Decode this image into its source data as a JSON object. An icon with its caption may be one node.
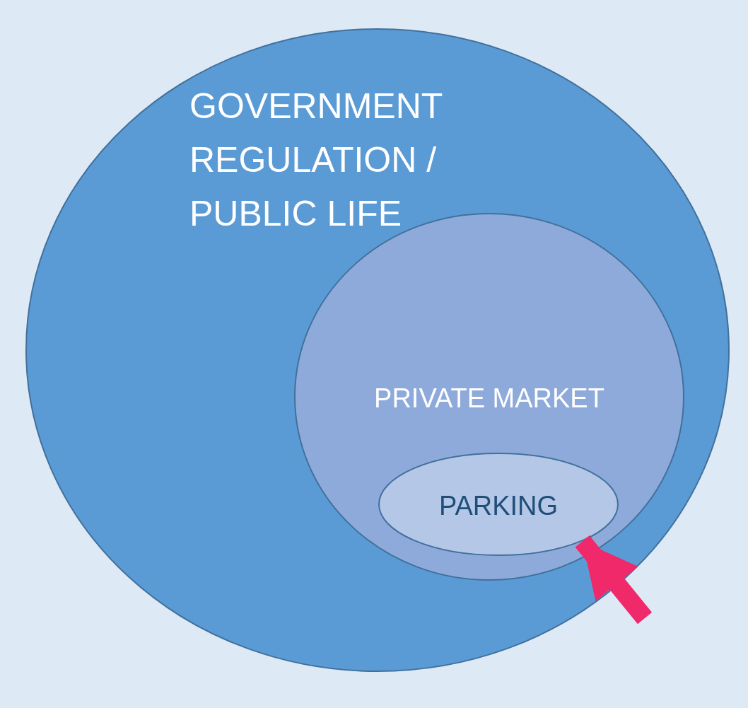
{
  "diagram": {
    "nodes": [
      {
        "text": [
          "GOVERNMENT REGULATION / PUBLIC LIFE"
        ]
      },
      {
        "text": [
          "PRIVATE MARKET"
        ],
        "in": 0
      },
      {
        "text": [
          "PARKING"
        ],
        "in": 1
      }
    ],
    "edges": [
      {
        "from": null,
        "to": 2,
        "arrow": "to",
        "color": "#f0296a"
      }
    ]
  }
}
